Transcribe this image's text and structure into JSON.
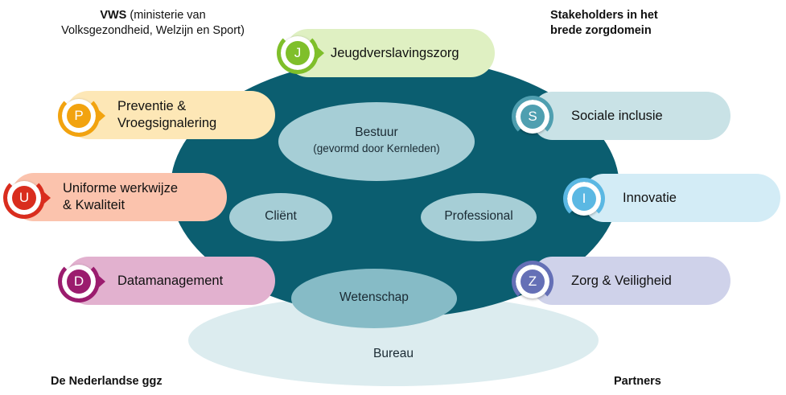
{
  "corners": {
    "top_left_bold": "VWS",
    "top_left_rest_line1": " (ministerie van",
    "top_left_line2": "Volksgezondheid, Welzijn en Sport)",
    "top_right_line1": "Stakeholders in het",
    "top_right_line2": "brede zorgdomein",
    "bottom_left": "De Nederlandse ggz",
    "bottom_right": "Partners"
  },
  "center": {
    "bestuur_title": "Bestuur",
    "bestuur_sub": "(gevormd door Kernleden)",
    "client": "Cliënt",
    "professional": "Professional",
    "wetenschap": "Wetenschap",
    "bureau": "Bureau"
  },
  "themes_left": [
    {
      "letter": "J",
      "label_line1": "Jeugdverslavingszorg",
      "label_line2": "",
      "fill": "#dff0c2",
      "accent": "#7fbf2a"
    },
    {
      "letter": "P",
      "label_line1": "Preventie &",
      "label_line2": "Vroegsignalering",
      "fill": "#fde7b6",
      "accent": "#f2a30f"
    },
    {
      "letter": "U",
      "label_line1": "Uniforme werkwijze",
      "label_line2": "& Kwaliteit",
      "fill": "#fbc3ad",
      "accent": "#d92d1e"
    },
    {
      "letter": "D",
      "label_line1": "Datamanagement",
      "label_line2": "",
      "fill": "#e2b1cf",
      "accent": "#9b1c6e"
    }
  ],
  "themes_right": [
    {
      "letter": "S",
      "label": "Sociale inclusie",
      "fill": "#c9e2e6",
      "accent": "#4f9fb0"
    },
    {
      "letter": "I",
      "label": "Innovatie",
      "fill": "#d3ecf6",
      "accent": "#5bb8e3"
    },
    {
      "letter": "Z",
      "label": "Zorg & Veiligheid",
      "fill": "#cfd2ea",
      "accent": "#6570b6"
    }
  ],
  "colors": {
    "main_ellipse": "#0b5e70",
    "inner_ellipse": "#a6ced6",
    "bureau_ellipse": "#dcecef"
  }
}
